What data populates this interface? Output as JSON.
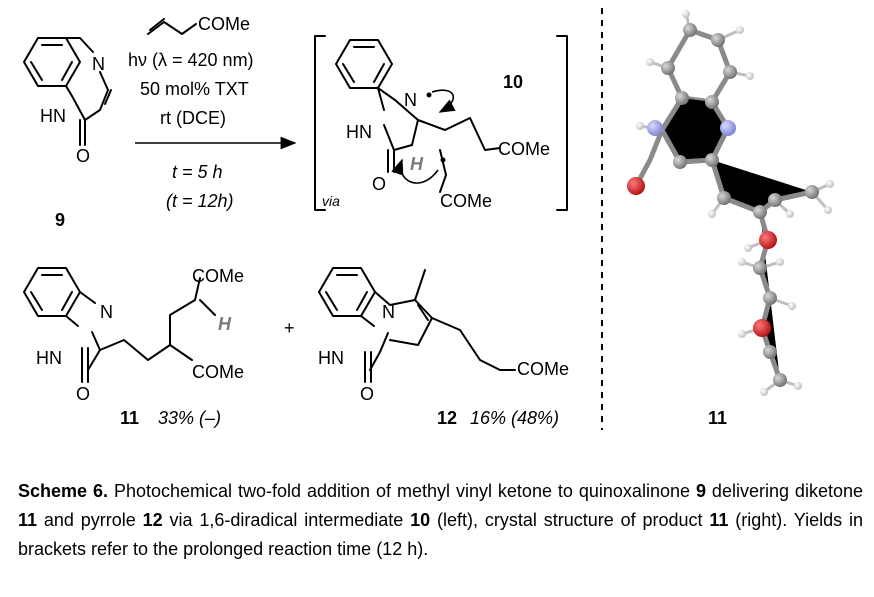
{
  "reagents": {
    "alkene": "COMe",
    "line1": "hν (λ = 420 nm)",
    "line2": "50 mol% TXT",
    "line3": "rt (DCE)",
    "time1": "t = 5 h",
    "time2": "(t = 12h)"
  },
  "compound9": {
    "label": "9",
    "atom_N": "N",
    "atom_HN": "HN",
    "atom_O": "O"
  },
  "intermediate": {
    "label": "10",
    "via": "via",
    "atom_N": "N",
    "atom_HN": "HN",
    "atom_O": "O",
    "atom_H": "H",
    "group1": "COMe",
    "group2": "COMe"
  },
  "product11": {
    "label": "11",
    "yield": "33% (–)",
    "atom_N": "N",
    "atom_HN": "HN",
    "atom_O": "O",
    "atom_H": "H",
    "group1": "COMe",
    "group2": "COMe"
  },
  "plus": "+",
  "product12": {
    "label": "12",
    "yield": "16% (48%)",
    "atom_N": "N",
    "atom_HN": "HN",
    "atom_O": "O",
    "group": "COMe"
  },
  "crystal": {
    "label": "11"
  },
  "caption": {
    "scheme_label": "Scheme 6.",
    "t1": " Photochemical two-fold addition of methyl vinyl ketone to quinoxalinone ",
    "b9": "9",
    "t2": " delivering diketone ",
    "b11": "11",
    "t3": " and pyrrole ",
    "b12": "12",
    "t4": " via 1,6-diradical ",
    "bold_part": "intermediate ",
    "b10": "10",
    "t5": " (left), crystal structure of product ",
    "b11b": "11",
    "t6": " (right). Yields in brackets refer to the prolonged reaction time (12 h)."
  },
  "colors": {
    "nitrogen": "#9aa0e8",
    "oxygen": "#d42020",
    "carbon": "#8c8c8c",
    "hydrogen": "#dddddd"
  }
}
